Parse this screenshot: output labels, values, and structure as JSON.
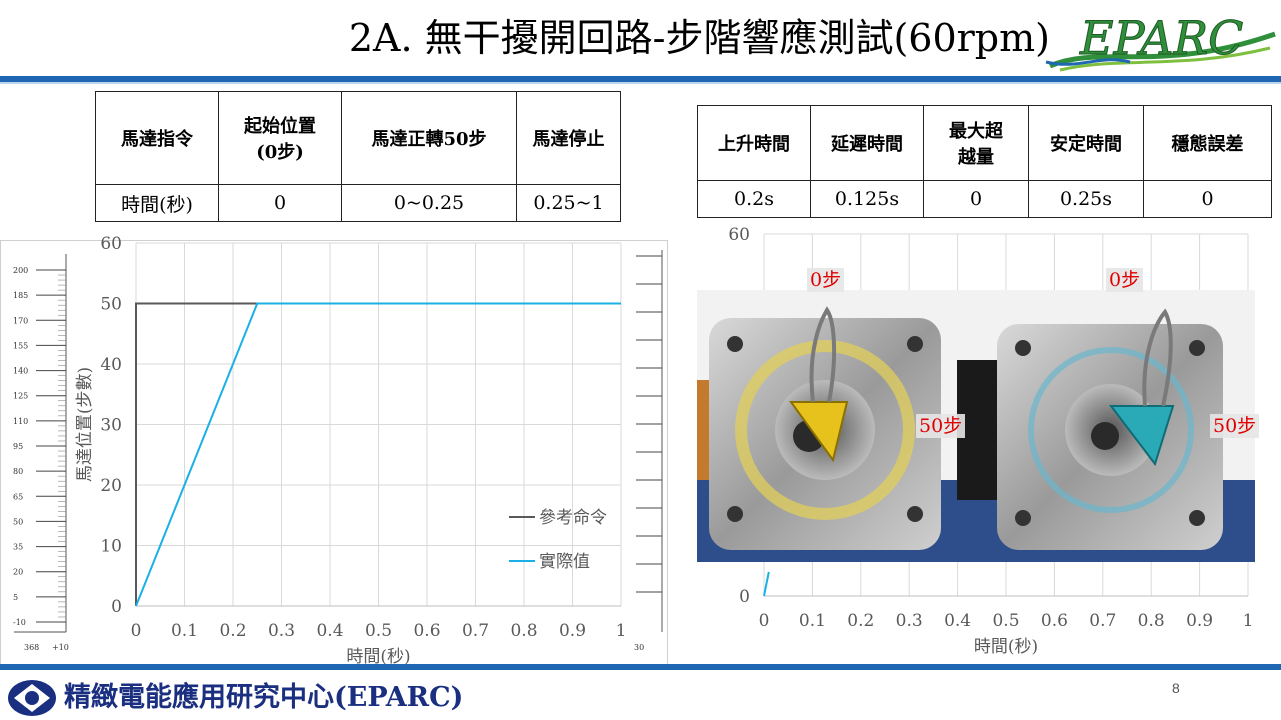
{
  "title": "2A. 無干擾開回路-步階響應測試(60rpm)",
  "logo_text": "EPARC",
  "command_table": {
    "headers": [
      "馬達指令",
      "起始位置\n(0步)",
      "馬達正轉50步",
      "馬達停止"
    ],
    "row": [
      "時間(秒)",
      "0",
      "0~0.25",
      "0.25~1"
    ]
  },
  "response_table": {
    "headers": [
      "上升時間",
      "延遲時間",
      "最大超\n越量",
      "安定時間",
      "穩態誤差"
    ],
    "row": [
      "0.2s",
      "0.125s",
      "0",
      "0.25s",
      "0"
    ]
  },
  "left_scale": {
    "labels": [
      "200",
      "185",
      "170",
      "155",
      "140",
      "125",
      "110",
      "95",
      "80",
      "65",
      "50",
      "35",
      "20",
      "5",
      "-10"
    ],
    "x_labels": [
      "368",
      "+10",
      "30"
    ]
  },
  "chart_data": [
    {
      "type": "line",
      "x_ticks": [
        "0",
        "0.1",
        "0.2",
        "0.3",
        "0.4",
        "0.5",
        "0.6",
        "0.7",
        "0.8",
        "0.9",
        "1"
      ],
      "y_ticks": [
        "0",
        "10",
        "20",
        "30",
        "40",
        "50",
        "60"
      ],
      "xlabel": "時間(秒)",
      "ylabel": "馬達位置(步數)",
      "xlim": [
        0,
        1
      ],
      "ylim": [
        0,
        60
      ],
      "grid": true,
      "legend": "right",
      "series": [
        {
          "name": "參考命令",
          "color": "#595959",
          "points": [
            [
              0,
              0
            ],
            [
              0,
              50
            ],
            [
              1,
              50
            ]
          ]
        },
        {
          "name": "實際值",
          "color": "#1ab0e6",
          "points": [
            [
              0,
              0
            ],
            [
              0.25,
              50
            ],
            [
              1,
              50
            ]
          ]
        }
      ]
    },
    {
      "type": "line",
      "x_ticks": [
        "0",
        "0.1",
        "0.2",
        "0.3",
        "0.4",
        "0.5",
        "0.6",
        "0.7",
        "0.8",
        "0.9",
        "1"
      ],
      "y_ticks": [
        "0",
        "60"
      ],
      "xlabel": "時間(秒)",
      "xlim": [
        0,
        1
      ],
      "ylim": [
        0,
        60
      ],
      "grid": true,
      "series": [
        {
          "color": "#1ab0e6",
          "points": [
            [
              0,
              0
            ],
            [
              0.01,
              4
            ]
          ]
        }
      ]
    }
  ],
  "photo_labels": {
    "left_top": "0步",
    "left_side": "50步",
    "right_top": "0步",
    "right_side": "50步"
  },
  "page_number": "8",
  "footer": "精緻電能應用研究中心(EPARC)",
  "colors": {
    "accent": "#1f67b3",
    "series_actual": "#1ab0e6",
    "series_ref": "#595959",
    "label_red": "#e00000"
  }
}
